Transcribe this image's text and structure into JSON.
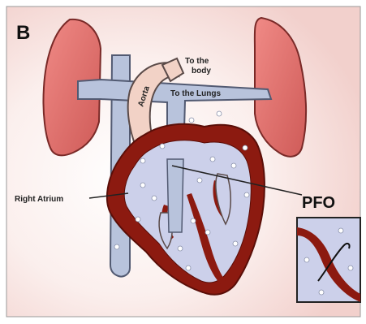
{
  "panel_label": "B",
  "labels": {
    "to_body": "To the body",
    "to_lungs": "To the Lungs",
    "aorta": "Aorta",
    "right_atrium": "Right Atrium",
    "pfo": "PFO"
  },
  "colors": {
    "lung": "#e0706e",
    "lung_edge": "#7a2a28",
    "vessel": "#b8c3dc",
    "vessel_edge": "#525a72",
    "heart_wall": "#8c1a10",
    "heart_chamber": "#ccd0ea",
    "aorta": "#f2d2c6",
    "background_tint": "#f6dcd8"
  }
}
